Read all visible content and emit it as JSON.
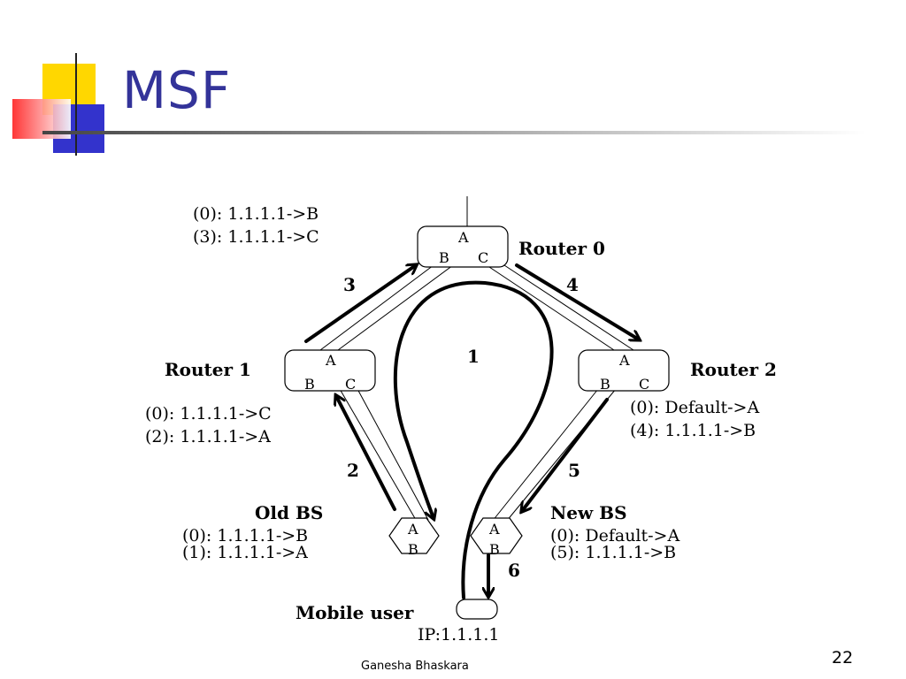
{
  "slide": {
    "title": "MSF",
    "footer": "Ganesha Bhaskara",
    "page_number": "22"
  },
  "diagram": {
    "router0": {
      "name": "Router 0",
      "ports": [
        "A",
        "B",
        "C"
      ],
      "table": [
        "(0): 1.1.1.1->B",
        "(3): 1.1.1.1->C"
      ]
    },
    "router1": {
      "name": "Router 1",
      "ports": [
        "A",
        "B",
        "C"
      ],
      "table": [
        "(0): 1.1.1.1->C",
        "(2): 1.1.1.1->A"
      ]
    },
    "router2": {
      "name": "Router 2",
      "ports": [
        "A",
        "B",
        "C"
      ],
      "table": [
        "(0): Default->A",
        "(4): 1.1.1.1->B"
      ]
    },
    "old_bs": {
      "name": "Old BS",
      "ports": [
        "A",
        "B"
      ],
      "table": [
        "(0): 1.1.1.1->B",
        "(1): 1.1.1.1->A"
      ]
    },
    "new_bs": {
      "name": "New BS",
      "ports": [
        "A",
        "B"
      ],
      "table": [
        "(0): Default->A",
        "(5): 1.1.1.1->B"
      ]
    },
    "mobile": {
      "name": "Mobile user",
      "ip": "IP:1.1.1.1"
    },
    "steps": [
      "1",
      "2",
      "3",
      "4",
      "5",
      "6"
    ]
  }
}
